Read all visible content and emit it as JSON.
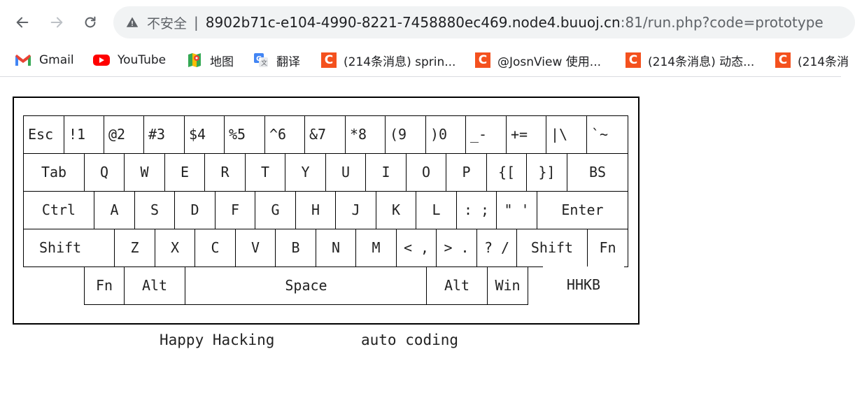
{
  "browser": {
    "url_warning": "不安全",
    "url_host": "8902b71c-e104-4990-8221-7458880ec469.node4.buuoj.cn",
    "url_rest": ":81/run.php?code=prototype",
    "bookmarks": [
      {
        "label": "Gmail",
        "icon": "gmail-icon"
      },
      {
        "label": "YouTube",
        "icon": "youtube-icon"
      },
      {
        "label": "地图",
        "icon": "maps-icon"
      },
      {
        "label": "翻译",
        "icon": "translate-icon"
      },
      {
        "label": "(214条消息) sprin...",
        "icon": "csdn-icon"
      },
      {
        "label": "@JosnView 使用...",
        "icon": "csdn-icon"
      },
      {
        "label": "(214条消息) 动态...",
        "icon": "csdn-icon"
      },
      {
        "label": "(214条消",
        "icon": "csdn-icon"
      }
    ]
  },
  "keyboard": {
    "rows": [
      [
        "Esc",
        "!1",
        "@2",
        "#3",
        "$4",
        "%5",
        "^6",
        "&7",
        "*8",
        "(9",
        ")0",
        "_-",
        "+=",
        "|\\",
        "`~"
      ],
      [
        "Tab",
        "Q",
        "W",
        "E",
        "R",
        "T",
        "Y",
        "U",
        "I",
        "O",
        "P",
        "{[",
        "}]",
        "BS"
      ],
      [
        "Ctrl",
        "A",
        "S",
        "D",
        "F",
        "G",
        "H",
        "J",
        "K",
        "L",
        ": ;",
        "\" '",
        "Enter"
      ],
      [
        "Shift",
        "Z",
        "X",
        "C",
        "V",
        "B",
        "N",
        "M",
        "< ,",
        "> .",
        "? /",
        "Shift",
        "Fn"
      ],
      [
        "Fn",
        "Alt",
        "Space",
        "Alt",
        "Win",
        "HHKB"
      ]
    ]
  },
  "captions": {
    "left": "Happy Hacking",
    "right": "auto coding"
  },
  "colors": {
    "csdn_orange": "#f4511e",
    "omnibox_bg": "#f1f3f4"
  }
}
